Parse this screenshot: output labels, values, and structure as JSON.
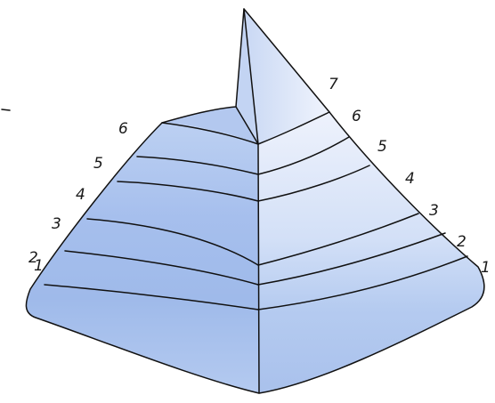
{
  "diagram": {
    "left_labels": [
      "1",
      "2",
      "3",
      "4",
      "5",
      "6"
    ],
    "right_labels": [
      "1",
      "2",
      "3",
      "4",
      "5",
      "6",
      "7"
    ],
    "colors": {
      "left_face_light": "#aac4ee",
      "left_face_dark": "#8fb0e6",
      "right_face_light": "#e9eefb",
      "right_face_dark": "#a9c1ec",
      "spire_left": "#c7d6f3",
      "spire_right": "#eef2fc",
      "outline": "#111111"
    }
  }
}
